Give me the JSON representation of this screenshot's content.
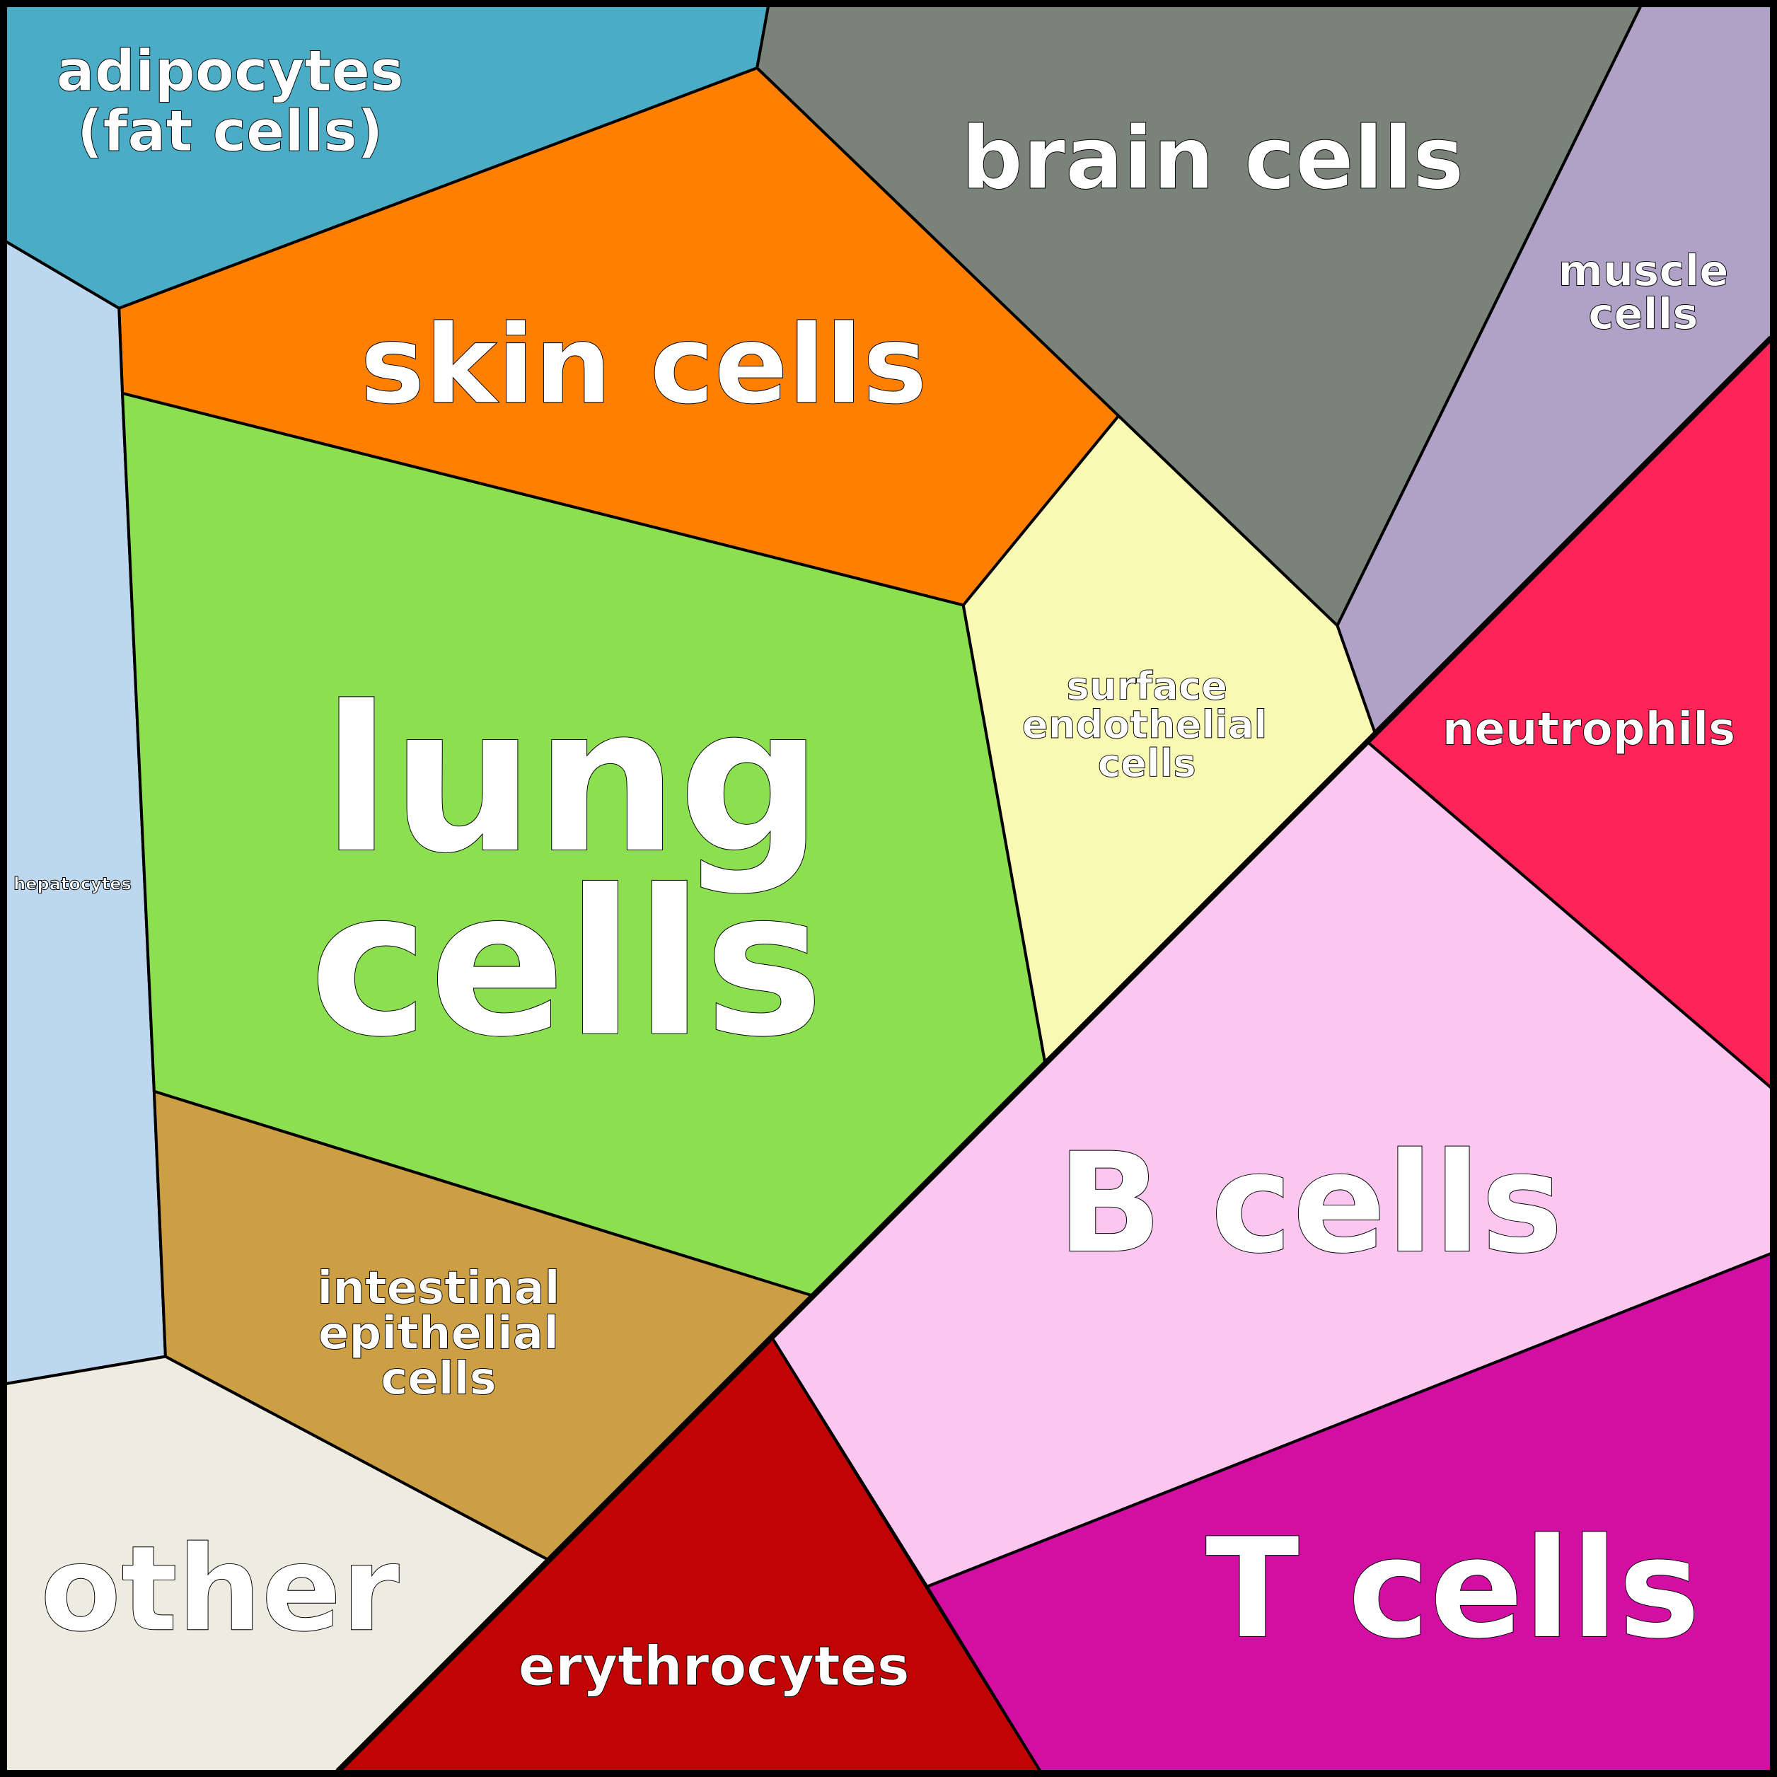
{
  "cells": [
    {
      "id": "adipocytes",
      "lines": [
        "adipocytes",
        "(fat cells)"
      ],
      "color": "#4BACC6"
    },
    {
      "id": "brain",
      "lines": [
        "brain cells"
      ],
      "color": "#7A8379"
    },
    {
      "id": "muscle",
      "lines": [
        "muscle",
        "cells"
      ],
      "color": "#B0A2C6"
    },
    {
      "id": "skin",
      "lines": [
        "skin cells"
      ],
      "color": "#FF8000"
    },
    {
      "id": "hepatocytes",
      "lines": [
        "hepatocytes"
      ],
      "color": "#BDD7EE"
    },
    {
      "id": "lung",
      "lines": [
        "lung",
        "cells"
      ],
      "color": "#8BDF50"
    },
    {
      "id": "surface",
      "lines": [
        "surface",
        "endothelial",
        "cells"
      ],
      "color": "#F9F9B4"
    },
    {
      "id": "neutrophils",
      "lines": [
        "neutrophils"
      ],
      "color": "#FF2458"
    },
    {
      "id": "bcells",
      "lines": [
        "B cells"
      ],
      "color": "#FBC6EF"
    },
    {
      "id": "tcells",
      "lines": [
        "T cells"
      ],
      "color": "#D30EA3"
    },
    {
      "id": "erythrocytes",
      "lines": [
        "erythrocytes"
      ],
      "color": "#C00404"
    },
    {
      "id": "intestinal",
      "lines": [
        "intestinal",
        "epithelial",
        "cells"
      ],
      "color": "#CC9F44"
    },
    {
      "id": "other",
      "lines": [
        "other"
      ],
      "color": "#EEEBE0"
    }
  ]
}
